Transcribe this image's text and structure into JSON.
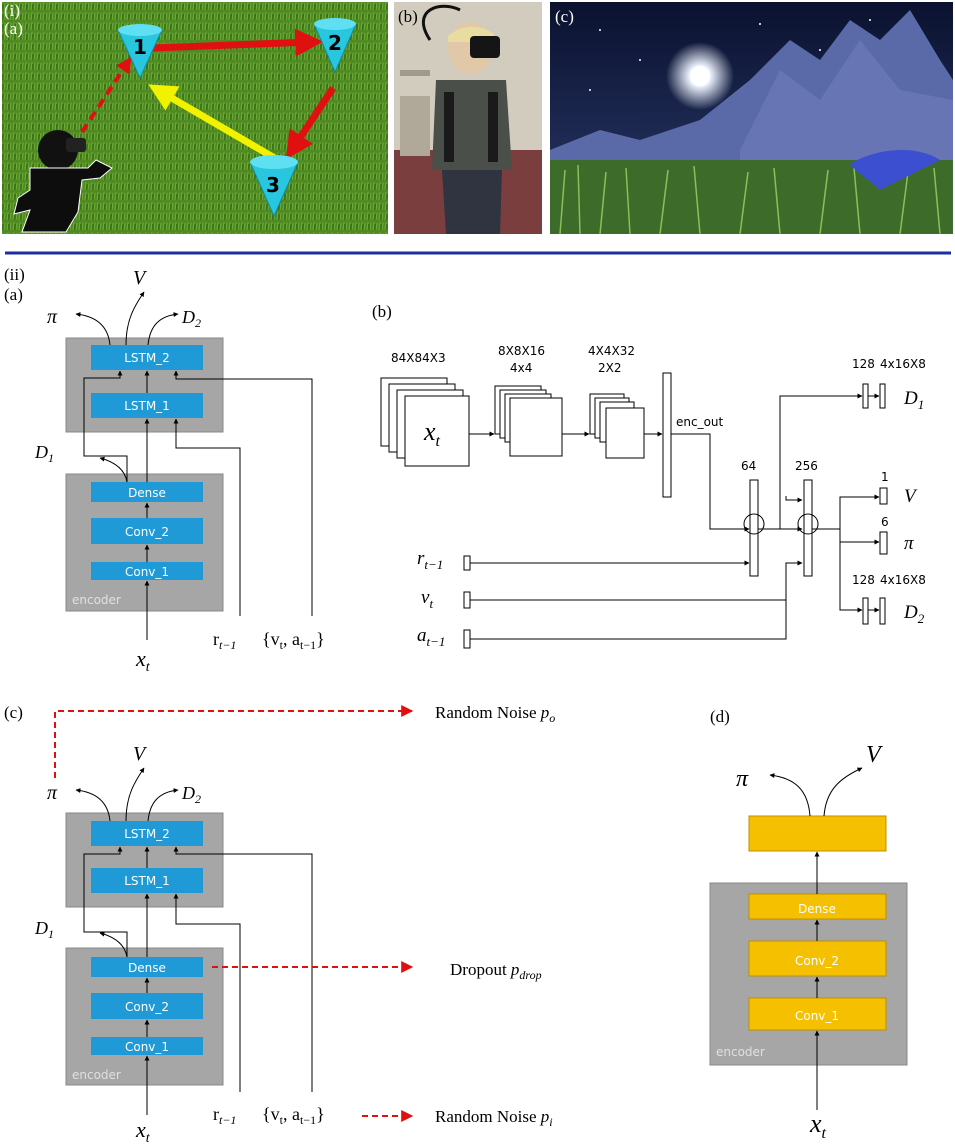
{
  "panel_i": {
    "label_i": "(i)",
    "label_a": "(a)",
    "label_b": "(b)",
    "label_c": "(c)",
    "cones": [
      "1",
      "2",
      "3"
    ]
  },
  "panel_ii": {
    "label_ii": "(ii)",
    "a": {
      "label": "(a)",
      "V": "V",
      "pi": "π",
      "D2": "D",
      "D2_sub": "2",
      "D1": "D",
      "D1_sub": "1",
      "lstm2": "LSTM_2",
      "lstm1": "LSTM_1",
      "dense": "Dense",
      "conv2": "Conv_2",
      "conv1": "Conv_1",
      "encoder": "encoder",
      "x": "x",
      "x_sub": "t",
      "r": "r",
      "r_sub": "t−1",
      "va": "{v",
      "va_sub1": "t",
      "va_mid": ", a",
      "va_sub2": "t−1",
      "va_end": "}"
    },
    "b": {
      "label": "(b)",
      "in_dim": "84X84X3",
      "c1_dim1": "8X8X16",
      "c1_dim2": "4x4",
      "c2_dim1": "4X4X32",
      "c2_dim2": "2X2",
      "x": "x",
      "x_sub": "t",
      "enc_out": "enc_out",
      "l64": "64",
      "l256": "256",
      "d1_n": "128",
      "d1_shape": "4x16X8",
      "D1": "D",
      "D1_sub": "1",
      "v_n": "1",
      "V": "V",
      "pi_n": "6",
      "pi": "π",
      "d2_n": "128",
      "d2_shape": "4x16X8",
      "D2": "D",
      "D2_sub": "2",
      "r": "r",
      "r_sub": "t−1",
      "v": "v",
      "v_sub": "t",
      "a": "a",
      "a_sub": "t−1"
    },
    "c": {
      "label": "(c)",
      "noise_o": "Random Noise ",
      "noise_o_sym": "p",
      "noise_o_sub": "o",
      "dropout": "Dropout ",
      "dropout_sym": "p",
      "dropout_sub": "drop",
      "noise_i": "Random Noise ",
      "noise_i_sym": "p",
      "noise_i_sub": "i"
    },
    "d": {
      "label": "(d)",
      "pi": "π",
      "V": "V",
      "dense": "Dense",
      "conv2": "Conv_2",
      "conv1": "Conv_1",
      "encoder": "encoder",
      "x": "x",
      "x_sub": "t"
    }
  },
  "colors": {
    "block_blue": "#1f9ad6",
    "block_yellow": "#f5c000",
    "container_gray": "#a6a6a6",
    "divider_blue": "#1c2ea0",
    "arrow_red": "#e01010",
    "arrow_yellow": "#f2f200",
    "cone_cyan": "#29c6e0",
    "grass": "#4f8a22"
  }
}
